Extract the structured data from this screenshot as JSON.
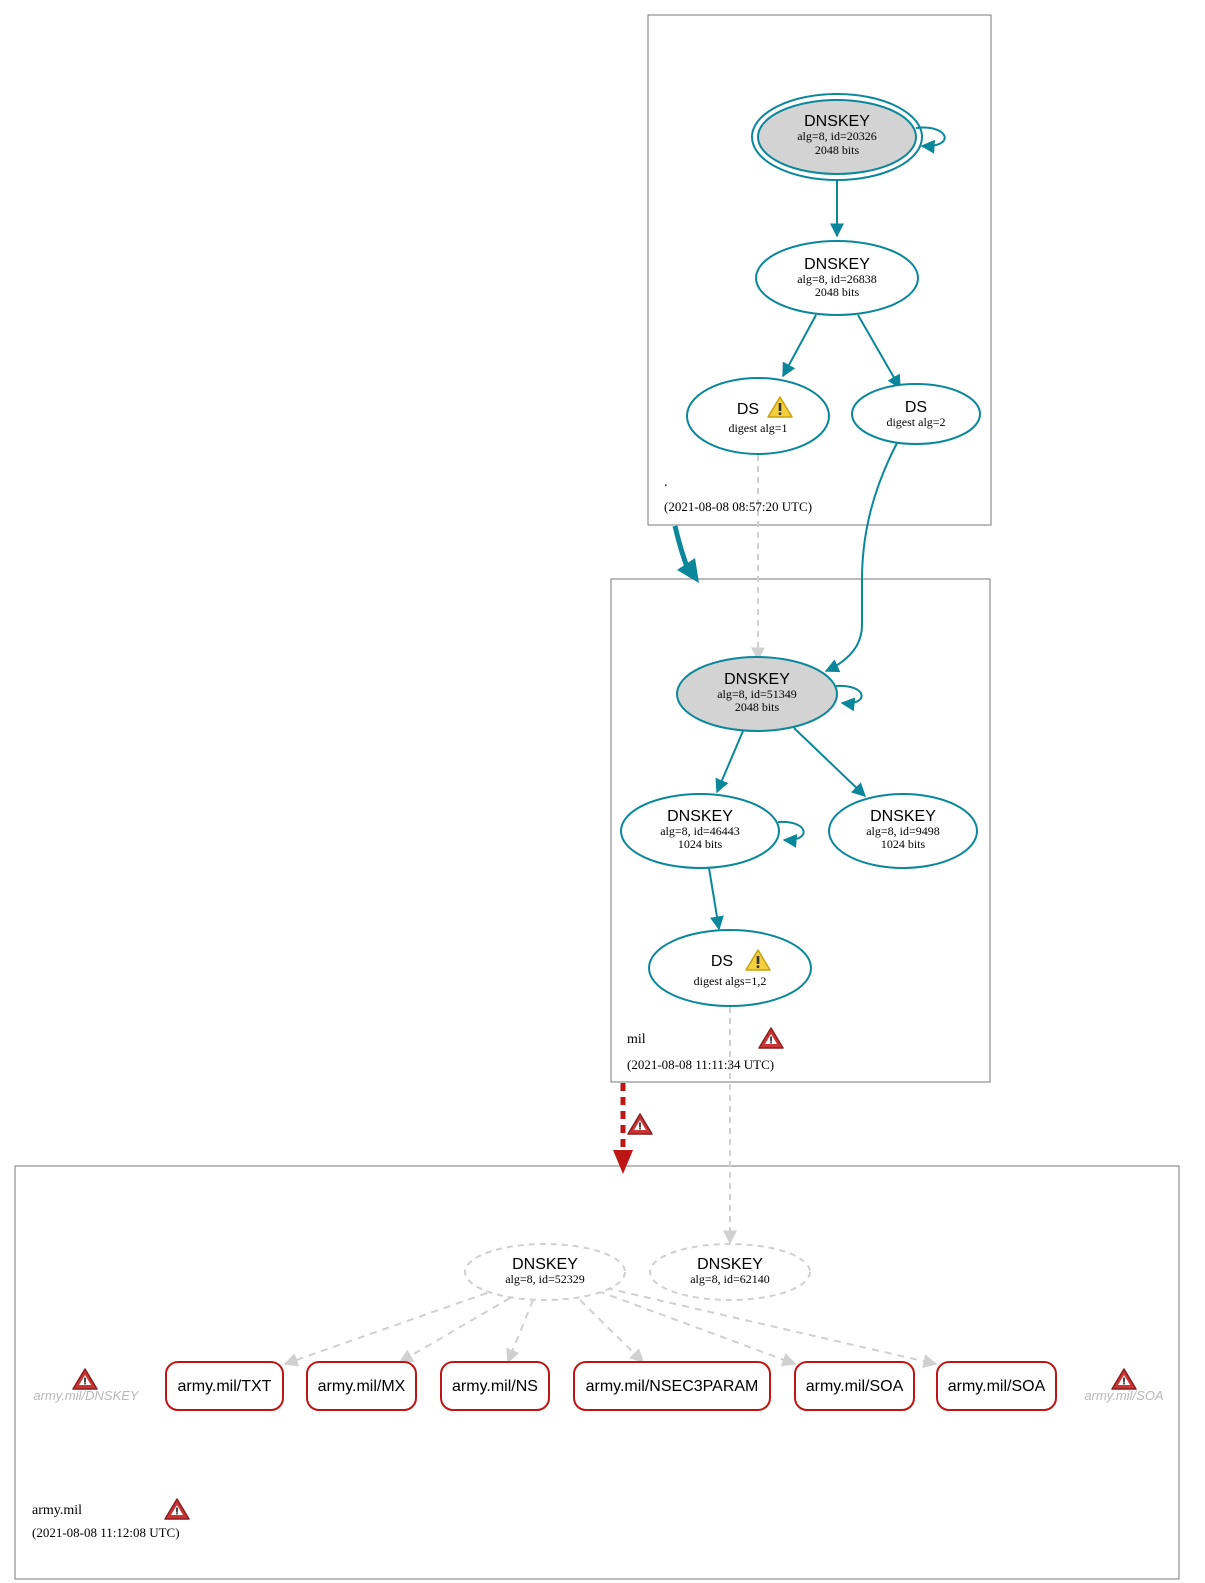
{
  "colors": {
    "secure": "#0a879a",
    "bogus": "#be1515",
    "insecure_dashed": "#d0d0d0",
    "ksk_fill": "#d3d3d3",
    "zone_border": "#7a7a7a",
    "warning_yellow": "#f4d03f",
    "error_red": "#cc3333"
  },
  "zones": {
    "root": {
      "name": ".",
      "timestamp": "(2021-08-08 08:57:20 UTC)",
      "nodes": {
        "dnskey_20326": {
          "title": "DNSKEY",
          "line1": "alg=8, id=20326",
          "line2": "2048 bits"
        },
        "dnskey_26838": {
          "title": "DNSKEY",
          "line1": "alg=8, id=26838",
          "line2": "2048 bits"
        },
        "ds_alg1": {
          "title": "DS",
          "line1": "digest alg=1",
          "icon": "warning-icon"
        },
        "ds_alg2": {
          "title": "DS",
          "line1": "digest alg=2"
        }
      }
    },
    "mil": {
      "name": "mil",
      "timestamp": "(2021-08-08 11:11:34 UTC)",
      "icon": "error-icon",
      "nodes": {
        "dnskey_51349": {
          "title": "DNSKEY",
          "line1": "alg=8, id=51349",
          "line2": "2048 bits"
        },
        "dnskey_46443": {
          "title": "DNSKEY",
          "line1": "alg=8, id=46443",
          "line2": "1024 bits"
        },
        "dnskey_9498": {
          "title": "DNSKEY",
          "line1": "alg=8, id=9498",
          "line2": "1024 bits"
        },
        "ds_algs12": {
          "title": "DS",
          "line1": "digest algs=1,2",
          "icon": "warning-icon"
        }
      }
    },
    "army": {
      "name": "army.mil",
      "timestamp": "(2021-08-08 11:12:08 UTC)",
      "icon": "error-icon",
      "nodes": {
        "dnskey_52329": {
          "title": "DNSKEY",
          "line1": "alg=8, id=52329"
        },
        "dnskey_62140": {
          "title": "DNSKEY",
          "line1": "alg=8, id=62140"
        }
      },
      "rrsets": [
        "army.mil/TXT",
        "army.mil/MX",
        "army.mil/NS",
        "army.mil/NSEC3PARAM",
        "army.mil/SOA",
        "army.mil/SOA"
      ],
      "ghost_left": "army.mil/DNSKEY",
      "ghost_right": "army.mil/SOA"
    }
  },
  "delegations": {
    "root_to_mil": {
      "status": "secure"
    },
    "mil_to_army": {
      "status": "bogus",
      "icon": "error-icon"
    }
  }
}
